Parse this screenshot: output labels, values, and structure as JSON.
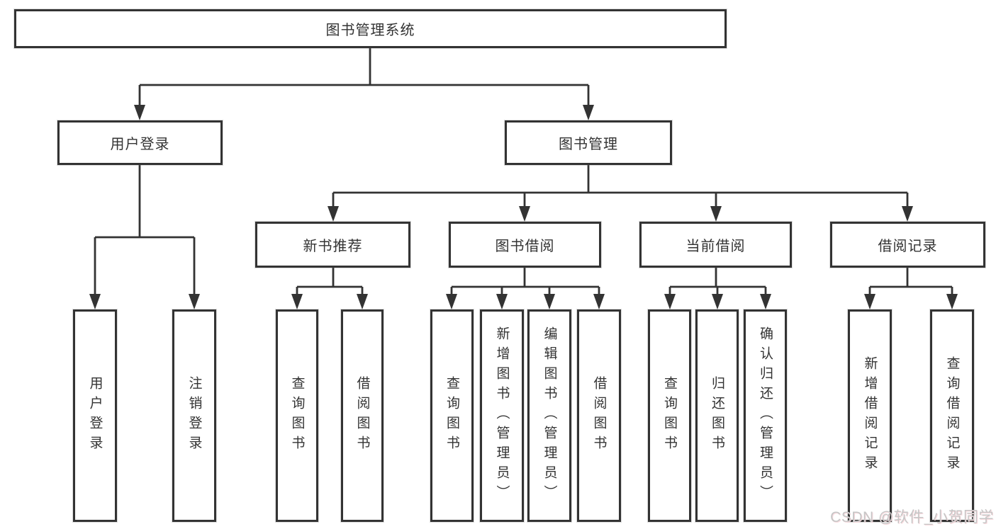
{
  "nodes": {
    "root": "图书管理系统",
    "user_login": "用户登录",
    "book_mgmt": "图书管理",
    "new_book_rec": "新书推荐",
    "book_borrow": "图书借阅",
    "current_borrow": "当前借阅",
    "borrow_records": "借阅记录",
    "leaf_user_login": "用户登录",
    "leaf_logout": "注销登录",
    "leaf_rec_query_books": "查询图书",
    "leaf_rec_borrow_books": "借阅图书",
    "leaf_bb_query_books": "查询图书",
    "leaf_bb_add_books": "新增图书（管理员）",
    "leaf_bb_edit_books": "编辑图书（管理员）",
    "leaf_bb_borrow_books": "借阅图书",
    "leaf_cb_query_books": "查询图书",
    "leaf_cb_return_books": "归还图书",
    "leaf_cb_confirm_return": "确认归还（管理员）",
    "leaf_br_add_record": "新增借阅记录",
    "leaf_br_query_record": "查询借阅记录"
  },
  "watermark": {
    "text": "CSDN @软件_小贺同学"
  },
  "colors": {
    "line": "#333333",
    "text": "#333333",
    "box_background": "#ffffff",
    "watermark": "#c6c6c6"
  }
}
